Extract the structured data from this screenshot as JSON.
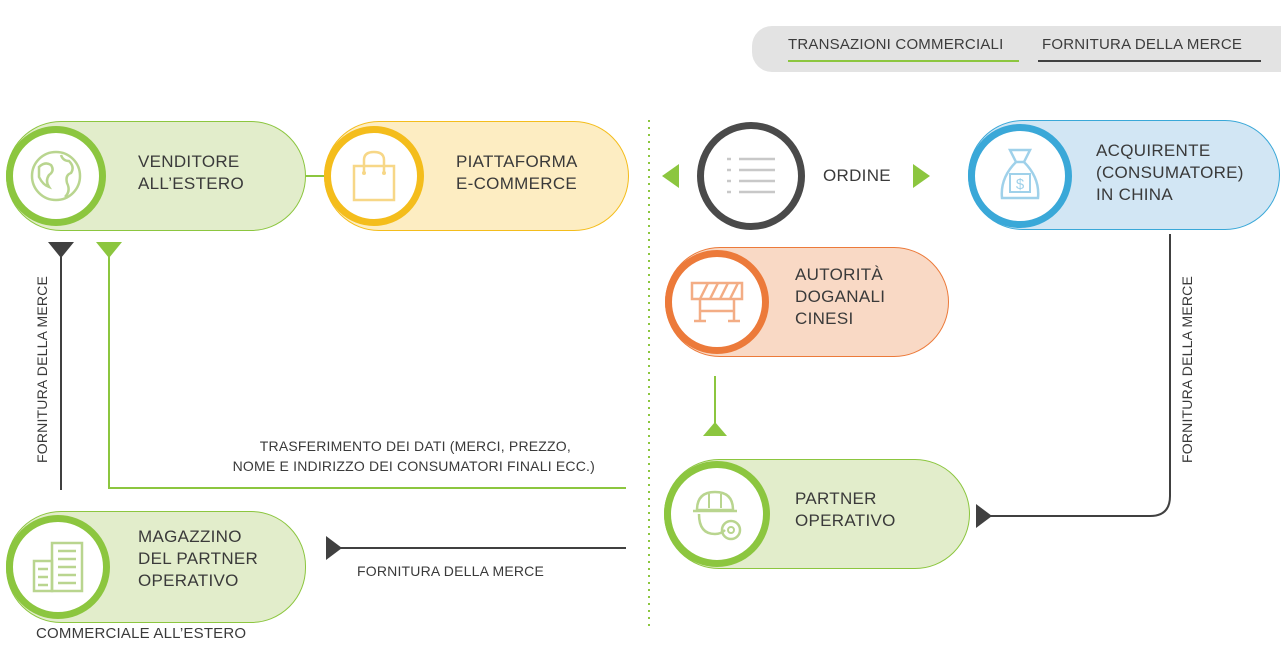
{
  "legend": {
    "commercial_transactions": "TRANSAZIONI COMMERCIALI",
    "goods_supply": "FORNITURA DELLA MERCE"
  },
  "nodes": {
    "seller": {
      "line1": "VENDITORE",
      "line2": "ALL’ESTERO",
      "icon": "globe-icon"
    },
    "platform": {
      "line1": "PIATTAFORMA",
      "line2": "E-COMMERCE",
      "icon": "shopping-bag-icon"
    },
    "order": {
      "label": "ORDINE",
      "icon": "list-icon"
    },
    "buyer": {
      "line1": "ACQUIRENTE",
      "line2": "(CONSUMATORE)",
      "line3": "IN CHINA",
      "icon": "money-bag-icon"
    },
    "customs": {
      "line1": "AUTORITÀ",
      "line2": "DOGANALI",
      "line3": "CINESI",
      "icon": "barrier-icon"
    },
    "partner": {
      "line1": "PARTNER",
      "line2": "OPERATIVO",
      "icon": "worker-helmet-icon"
    },
    "warehouse": {
      "line1": "MAGAZZINO",
      "line2": "DEL PARTNER",
      "line3": "OPERATIVO",
      "caption": "COMMERCIALE ALL’ESTERO",
      "icon": "building-icon"
    }
  },
  "flows": {
    "data_transfer_line1": "TRASFERIMENTO DEI DATI (MERCI, PREZZO,",
    "data_transfer_line2": "NOME E INDIRIZZO DEI CONSUMATORI FINALI ECC.)",
    "supply_bottom": "FORNITURA DELLA MERCE",
    "supply_left": "FORNITURA DELLA MERCE",
    "supply_right": "FORNITURA DELLA MERCE"
  },
  "colors": {
    "green": "#8cc63f",
    "green_fill": "#e2edcb",
    "yellow": "#f4bd1c",
    "yellow_fill": "#fdedc2",
    "dark": "#4a4a4a",
    "blue": "#3aa8d8",
    "blue_fill": "#d2e6f4",
    "orange": "#ec7a3a",
    "orange_fill": "#f9d9c5"
  }
}
